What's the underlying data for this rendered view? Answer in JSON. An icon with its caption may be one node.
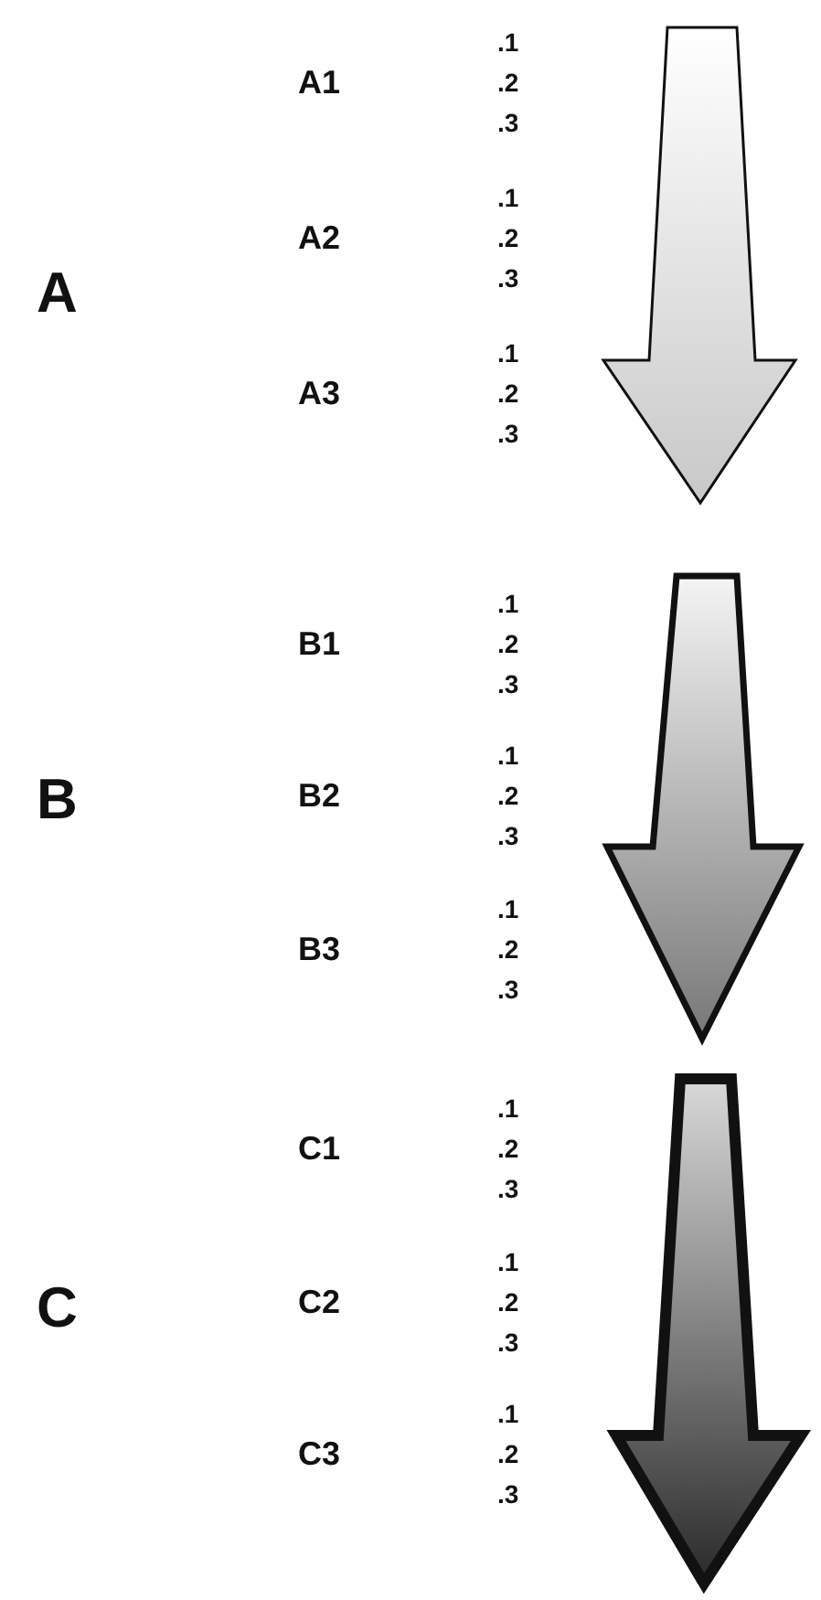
{
  "diagram": {
    "labels": [
      "A",
      "A1",
      ".1",
      ".2",
      ".3",
      "A2",
      ".1",
      ".2",
      ".3",
      "A3",
      ".1",
      ".2",
      ".3",
      "B",
      "B1",
      ".1",
      ".2",
      ".3",
      "B2",
      ".1",
      ".2",
      ".3",
      "B3",
      ".1",
      ".2",
      ".3",
      "C",
      "C1",
      ".1",
      ".2",
      ".3",
      "C2",
      ".1",
      ".2",
      ".3",
      "C3",
      ".1",
      ".2",
      ".3"
    ]
  }
}
